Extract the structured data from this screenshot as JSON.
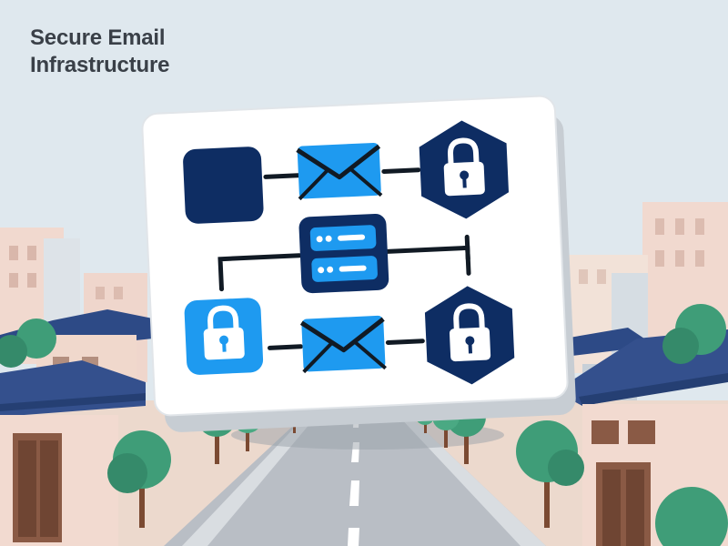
{
  "title": {
    "line1": "Secure Email",
    "line2": "Infrastructure"
  },
  "colors": {
    "sky": "#dfe8ee",
    "navy": "#0e2d63",
    "accent_blue": "#1e9af0",
    "connector": "#111a24",
    "road": "#b9bec5",
    "tree_green": "#3f9d78",
    "roof_navy": "#2d4a86"
  },
  "diagram": {
    "nodes": [
      {
        "id": "source",
        "icon": "square-block-icon"
      },
      {
        "id": "mail-1",
        "icon": "envelope-icon"
      },
      {
        "id": "lock-hex-1",
        "icon": "padlock-hexagon-icon"
      },
      {
        "id": "server",
        "icon": "server-icon"
      },
      {
        "id": "lock-square",
        "icon": "padlock-square-icon"
      },
      {
        "id": "mail-2",
        "icon": "envelope-icon"
      },
      {
        "id": "lock-hex-2",
        "icon": "padlock-hexagon-icon"
      }
    ],
    "edges": [
      {
        "from": "source",
        "to": "mail-1"
      },
      {
        "from": "mail-1",
        "to": "lock-hex-1"
      },
      {
        "from": "server",
        "to": "lock-square"
      },
      {
        "from": "server",
        "to": "lock-hex-2"
      },
      {
        "from": "lock-square",
        "to": "mail-2"
      },
      {
        "from": "mail-2",
        "to": "lock-hex-2"
      }
    ]
  }
}
